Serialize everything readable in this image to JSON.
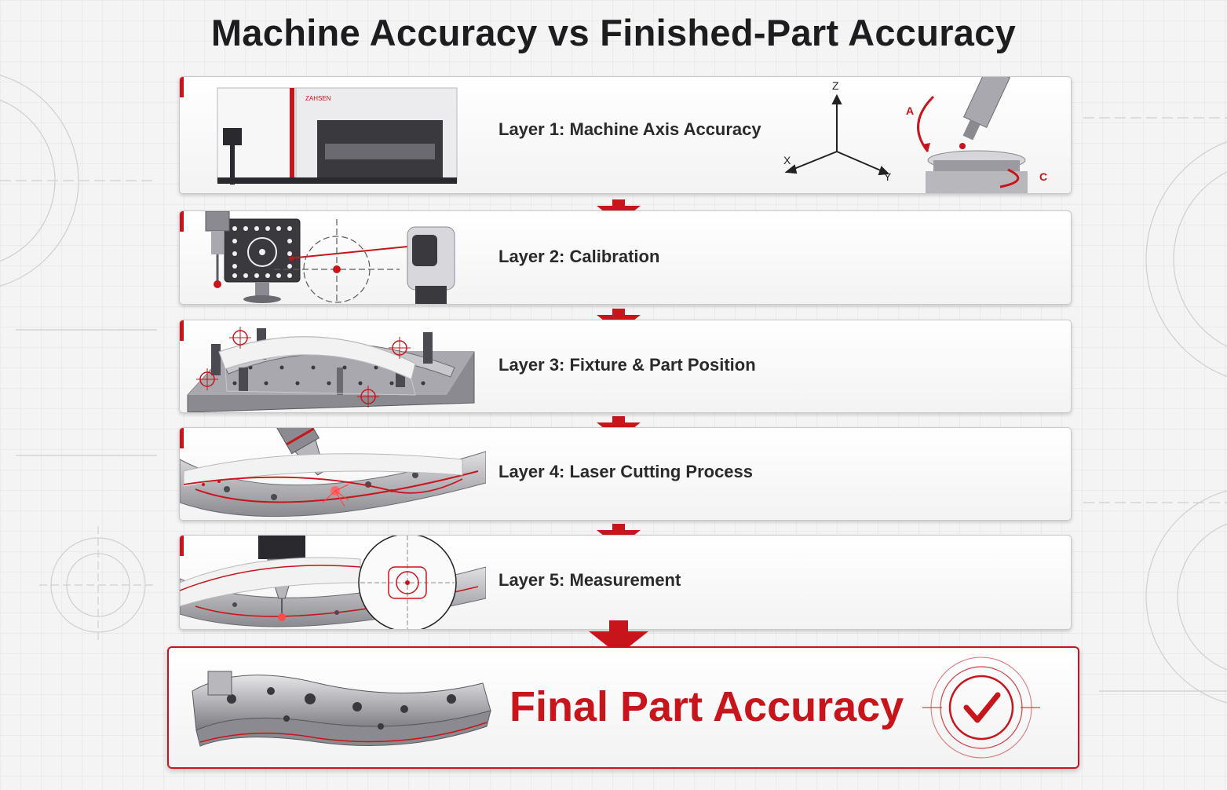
{
  "title": "Machine Accuracy vs Finished-Part Accuracy",
  "layers": [
    {
      "label": "Layer 1: Machine Axis Accuracy"
    },
    {
      "label": "Layer 2: Calibration"
    },
    {
      "label": "Layer 3: Fixture & Part Position"
    },
    {
      "label": "Layer 4: Laser Cutting Process"
    },
    {
      "label": "Layer 5: Measurement"
    }
  ],
  "axes": {
    "z": "Z",
    "x": "X",
    "y": "Y",
    "a": "A",
    "c": "C"
  },
  "machine_brand": "ZAHSEN",
  "final": {
    "label": "Final Part Accuracy"
  },
  "colors": {
    "accent": "#c8151b",
    "text": "#2a2a2c",
    "card_border": "#c9c9cc"
  }
}
